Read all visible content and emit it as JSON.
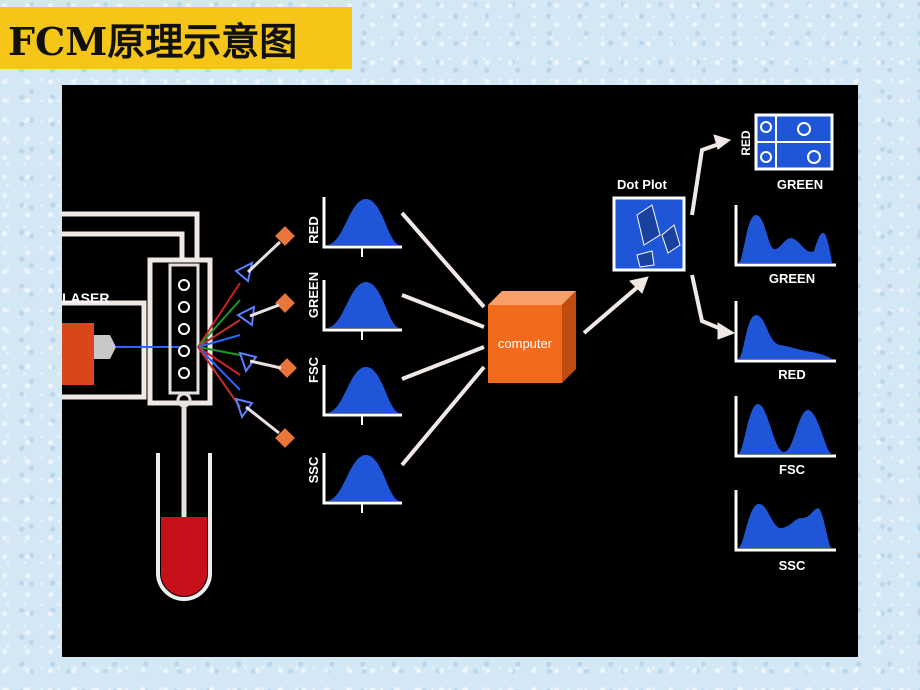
{
  "title": "FCM原理示意图",
  "diagram": {
    "laser_label": "LASER",
    "detector_labels": [
      "RED",
      "GREEN",
      "FSC",
      "SSC"
    ],
    "computer_label": "computer",
    "dot_plot_label": "Dot Plot",
    "dotplot_output": {
      "y_label": "RED",
      "x_label": "GREEN"
    },
    "histogram_outputs": [
      "GREEN",
      "RED",
      "FSC",
      "SSC"
    ]
  },
  "colors": {
    "title_bg": "#f5c518",
    "histogram_fill": "#1f56d8",
    "computer": "#f26a1b",
    "detector": "#e8763a",
    "tube_liquid": "#c8101a"
  }
}
